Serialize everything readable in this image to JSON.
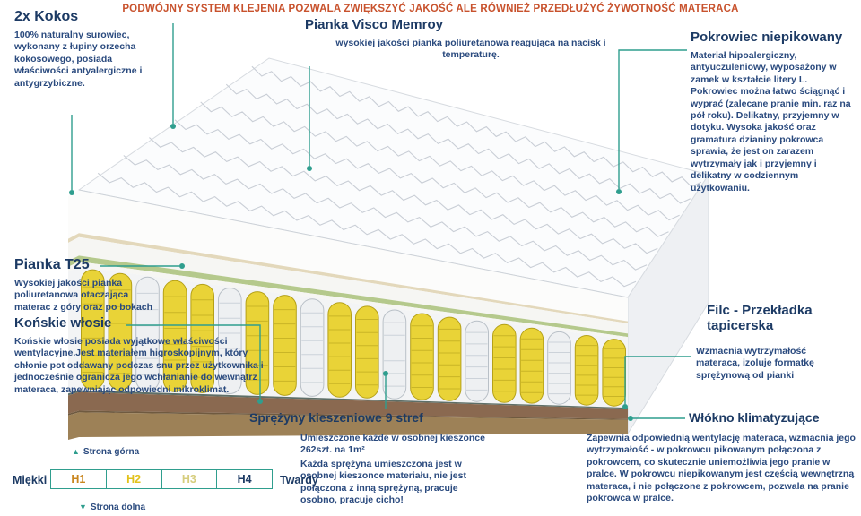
{
  "header": {
    "text": "PODWÓJNY SYSTEM KLEJENIA POZWALA ZWIĘKSZYĆ JAKOŚĆ ALE RÓWNIEŻ PRZEDŁUŻYĆ ŻYWOTNOŚĆ MATERACA"
  },
  "annotations": {
    "kokos": {
      "title": "2x Kokos",
      "body": "100% naturalny surowiec, wykonany z łupiny orzecha kokosowego, posiada właściwości antyalergiczne i antygrzybiczne."
    },
    "visco": {
      "title": "Pianka Visco Memroy",
      "body": "wysokiej jakości pianka poliuretanowa reagująca na nacisk i temperaturę."
    },
    "pokrowiec": {
      "title": "Pokrowiec niepikowany",
      "body": "Materiał hipoalergiczny, antyuczuleniowy, wyposażony w zamek w kształcie litery L. Pokrowiec można łatwo ściągnąć i wyprać (zalecane pranie min. raz na pół roku). Delikatny, przyjemny w dotyku. Wysoka jakość oraz gramatura dzianiny pokrowca sprawia, że jest on zarazem wytrzymały jak i przyjemny i delikatny w codziennym użytkowaniu."
    },
    "pianka_t25": {
      "title": "Pianka T25",
      "body": "Wysokiej jakości pianka poliuretanowa otaczająca materac z góry oraz po bokach"
    },
    "konskie_wlosie": {
      "title": "Końskie włosie",
      "body": "Końskie włosie posiada wyjątkowe właściwości wentylacyjne.Jest materiałem higroskopijnym, który chłonie pot oddawany podczas snu przez użytkownika i jednocześnie ogranicza jego wchłanianie do wewnątrz materaca, zapewniając odpowiedni mikroklimat."
    },
    "sprezyny": {
      "title": "Sprężyny kieszeniowe 9 stref",
      "body1": "Umieszczone każde w osobnej kieszonce 262szt. na 1m²",
      "body2": "Każda sprężyna umieszczona jest w osobnej kieszonce materiału, nie jest połączona z inną sprężyną, pracuje osobno, pracuje cicho!"
    },
    "filc": {
      "title": "Filc - Przekładka tapicerska",
      "body": "Wzmacnia wytrzymałość materaca, izoluje formatkę sprężynową od pianki"
    },
    "wlokno": {
      "title": "Włókno klimatyzujące",
      "body": "Zapewnia odpowiednią wentylację materaca, wzmacnia jego wytrzymałość - w pokrowcu pikowanym połączona z pokrowcem, co skutecznie uniemożliwia jego pranie w pralce. W pokrowcu niepikowanym jest częścią wewnętrzną materaca, i nie połączone z pokrowcem, pozwala na pranie pokrowca w pralce."
    }
  },
  "hardness_scale": {
    "left_label": "Miękki",
    "right_label": "Twardy",
    "levels": [
      "H1",
      "H2",
      "H3",
      "H4"
    ],
    "level_colors": [
      "#c9861f",
      "#e2c21b",
      "#d6cd7d",
      "#1c3a64"
    ]
  },
  "orientation": {
    "top_label": "Strona górna",
    "bottom_label": "Strona dolna"
  },
  "colors": {
    "accent_teal": "#2f9e8e",
    "heading_navy": "#1c3a64",
    "body_navy": "#2a4a7e",
    "header_orange": "#c8522d",
    "spring_yellow": "#e9d337",
    "spring_white": "#eef0f2",
    "coco_brown": "#8a6950",
    "green_layer": "#b5c98c"
  }
}
